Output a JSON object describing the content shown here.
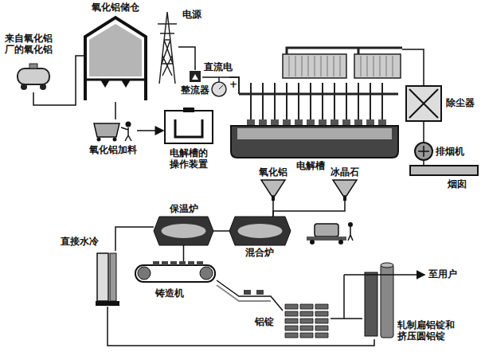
{
  "diagram": {
    "nodes": [
      {
        "text": [
          "来自氧化铝厂的氧化铝"
        ]
      },
      {
        "text": [
          "氧化铝储仓"
        ]
      },
      {
        "text": [
          "电源"
        ]
      },
      {
        "text": [
          "整流器"
        ]
      },
      {
        "text": [
          "电解槽"
        ]
      },
      {
        "text": [
          "除尘器"
        ]
      },
      {
        "text": [
          "排烟机"
        ]
      },
      {
        "text": [
          "烟囱"
        ]
      },
      {
        "text": [
          "氧化铝加料"
        ]
      },
      {
        "text": [
          "电解槽的操作装置"
        ]
      },
      {
        "text": [
          "氧化铝"
        ]
      },
      {
        "text": [
          "冰晶石"
        ]
      },
      {
        "text": [
          "混合炉"
        ]
      },
      {
        "text": [
          "保温炉"
        ]
      },
      {
        "text": [
          "直接水冷"
        ]
      },
      {
        "text": [
          "铸造机"
        ]
      },
      {
        "text": [
          "铝锭"
        ]
      },
      {
        "text": [
          "轧制扁铝锭和挤压圆铝锭"
        ]
      }
    ],
    "edges": [
      {
        "from": 0,
        "to": 1,
        "arrow": "none"
      },
      {
        "from": 1,
        "to": 8,
        "arrow": "none"
      },
      {
        "from": 8,
        "to": 9,
        "arrow": "to"
      },
      {
        "from": 2,
        "to": 3,
        "arrow": "none"
      },
      {
        "from": 3,
        "to": 4,
        "arrow": "none"
      },
      {
        "from": 4,
        "to": 5,
        "arrow": "none"
      },
      {
        "from": 5,
        "to": 6,
        "arrow": "none"
      },
      {
        "from": 6,
        "to": 7,
        "arrow": "none"
      },
      {
        "from": 10,
        "to": 12,
        "arrow": "none"
      },
      {
        "from": 11,
        "to": 12,
        "arrow": "none"
      },
      {
        "from": 12,
        "to": 13,
        "arrow": "none"
      },
      {
        "from": 13,
        "to": 14,
        "arrow": "none"
      },
      {
        "from": 13,
        "to": 15,
        "arrow": "none"
      },
      {
        "from": 15,
        "to": 16,
        "arrow": "none"
      },
      {
        "from": 16,
        "to": 17,
        "arrow": "none"
      },
      {
        "from": 14,
        "to": 17,
        "arrow": "none"
      }
    ],
    "labels": [
      "直流电",
      "+",
      "至用户"
    ]
  }
}
